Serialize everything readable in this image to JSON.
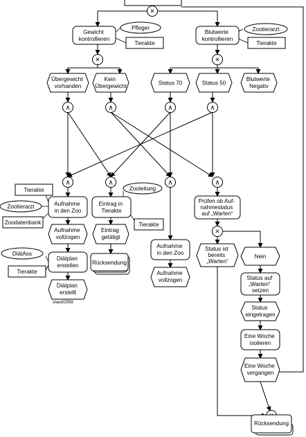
{
  "diagram": {
    "functions": {
      "gewicht": [
        "Gewicht",
        "kontrollieren"
      ],
      "blutwerte": [
        "Blutwerte",
        "kontrollieren"
      ],
      "aufnahme1": [
        "Aufnahme",
        "in den Zoo"
      ],
      "eintrag": [
        "Eintrag in",
        "Tierakte"
      ],
      "pruefen": [
        "Prüfen ob Auf-",
        "nahmestatus",
        "auf „Warten“"
      ],
      "diaetplan": [
        "Diätplan",
        "erstellen"
      ],
      "aufnahme2": [
        "Aufnahme",
        "in den Zoo"
      ],
      "status_setzen": [
        "Status auf",
        "„Warten“",
        "setzen"
      ],
      "isolieren": [
        "Eine Woche",
        "isolieren"
      ]
    },
    "events": {
      "uebergewicht": [
        "Übergewicht",
        "vorhanden"
      ],
      "kein_uebergewicht": [
        "Kein",
        "Übergewicht"
      ],
      "status70": [
        "Status 70"
      ],
      "status50": [
        "Status 50"
      ],
      "negativ": [
        "Blutwerte",
        "Negativ"
      ],
      "aufnahme_vollzogen1": [
        "Aufnahme",
        "vollzogen"
      ],
      "eintrag_getaetigt": [
        "Eintrag",
        "getätigt"
      ],
      "diaetplan_erstellt": [
        "Diätplan",
        "erstellt"
      ],
      "aufnahme_vollzogen2": [
        "Aufnahme",
        "vollzogen"
      ],
      "status_bereits": [
        "Status ist",
        "bereits",
        "„Warten“"
      ],
      "nein": [
        "Nein"
      ],
      "status_eingetragen": [
        "Status",
        "eingetragen"
      ],
      "woche_vergangen": [
        "Eine Woche",
        "vergangen"
      ]
    },
    "roles": {
      "pfleger": "Pfleger",
      "zootierarzt_top": "Zootierarzt",
      "zootierarzt_left": "Zootierarzt",
      "zooleitung": "Zooleitung",
      "diaetass": "DiätAss"
    },
    "documents": {
      "tierakte_1": "Tierakte",
      "tierakte_2": "Tierakte",
      "tierakte_3": "Tierakte",
      "tierakte_4": "Tierakte",
      "tierakte_5": "Tierakte",
      "zoodatenbank": "Zoodatenbank"
    },
    "process_paths": {
      "ruecksendung1": "Rücksendung",
      "ruecksendung2": "Rücksendung"
    },
    "connectors": {
      "xor": "×",
      "and": "∧"
    },
    "footnote": "staud/2958"
  }
}
